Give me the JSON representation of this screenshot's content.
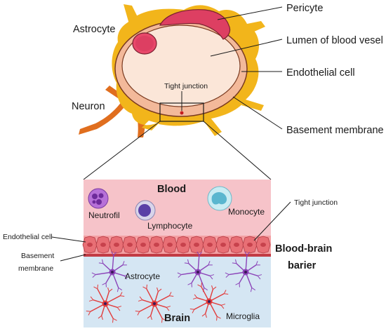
{
  "top_labels": {
    "astrocyte": "Astrocyte",
    "neuron": "Neuron",
    "pericyte": "Pericyte",
    "lumen": "Lumen of blood vesel",
    "endothelial": "Endothelial cell",
    "basement": "Basement membrane",
    "tight_junction": "Tight junction"
  },
  "panel": {
    "blood": "Blood",
    "brain": "Brain",
    "neutrofil": "Neutrofil",
    "lymphocyte": "Lymphocyte",
    "monocyte": "Monocyte",
    "astrocyte": "Astrocyte",
    "microglia": "Microglia",
    "tight_junction": "Tight junction",
    "endothelial": "Endothelial cell",
    "basement_line1": "Basement",
    "basement_line2": "membrane",
    "bbb_line1": "Blood-brain",
    "bbb_line2": "barier"
  },
  "colors": {
    "astrocyte_yellow": "#f2b51b",
    "neuron_orange": "#e06e1e",
    "pericyte_pink": "#dd3f62",
    "vessel_peach": "#f3b99a",
    "lumen_cream": "#fbe6d8",
    "blood_pink": "#f6c3c9",
    "brain_blue": "#d5e6f3",
    "endothelium_red": "#e86f75",
    "astrocyte_purple": "#8b43b8",
    "microglia_red": "#e23a3a"
  }
}
